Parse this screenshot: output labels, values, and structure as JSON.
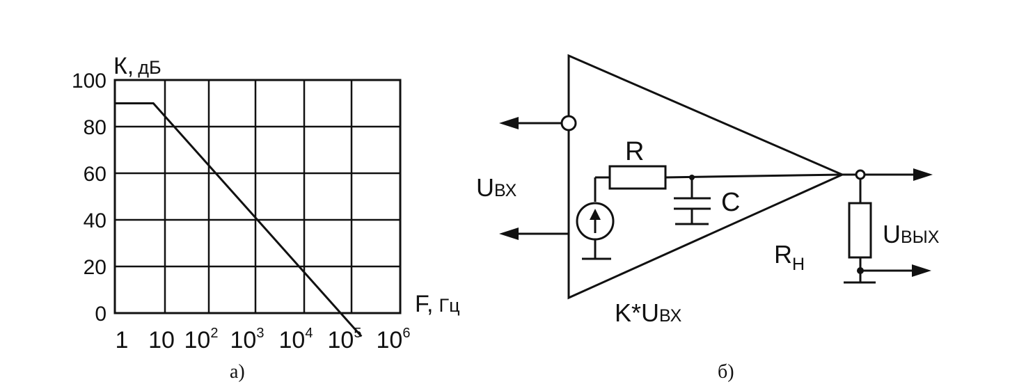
{
  "chart_data": {
    "type": "line",
    "ylabel": "К,",
    "ylabel_unit": "дБ",
    "xlabel": "F,",
    "xlabel_unit": "Гц",
    "x_scale": "log",
    "xlim": [
      1,
      1000000
    ],
    "ylim": [
      0,
      100
    ],
    "grid": true,
    "y_ticks": [
      "100",
      "80",
      "60",
      "40",
      "20",
      "0"
    ],
    "x_ticks": [
      {
        "base": "1",
        "exp": ""
      },
      {
        "base": "10",
        "exp": ""
      },
      {
        "base": "10",
        "exp": "2"
      },
      {
        "base": "10",
        "exp": "3"
      },
      {
        "base": "10",
        "exp": "4"
      },
      {
        "base": "10",
        "exp": "5"
      },
      {
        "base": "10",
        "exp": "6"
      }
    ],
    "series": [
      {
        "x": [
          1,
          3,
          160000
        ],
        "y": [
          90,
          90,
          -10
        ]
      }
    ],
    "caption": "а)"
  },
  "diagram": {
    "labels": {
      "u_in": {
        "main": "U",
        "sub": "ВХ"
      },
      "resistor": "R",
      "capacitor": "C",
      "load": {
        "main": "R",
        "sub": "Н"
      },
      "u_out": {
        "main": "U",
        "sub": "ВЫХ"
      },
      "source": {
        "main": "K*U",
        "sub": "ВХ"
      }
    },
    "caption": "б)"
  }
}
